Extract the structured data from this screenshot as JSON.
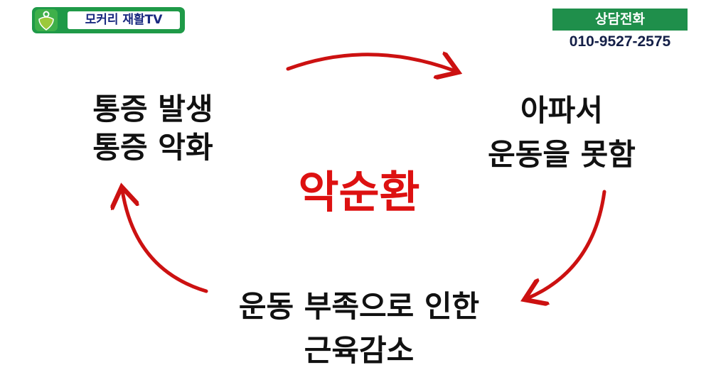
{
  "logo": {
    "text": "모커리 재활TV"
  },
  "contact": {
    "label": "상담전화",
    "phone": "010-9527-2575"
  },
  "diagram": {
    "center": "악순환",
    "nodes": [
      {
        "lines": [
          "통증 발생",
          "통증 악화"
        ]
      },
      {
        "lines": [
          "아파서",
          "운동을 못함"
        ]
      },
      {
        "lines": [
          "운동 부족으로 인한",
          "근육감소"
        ]
      }
    ],
    "arrow_color": "#cc1111"
  }
}
